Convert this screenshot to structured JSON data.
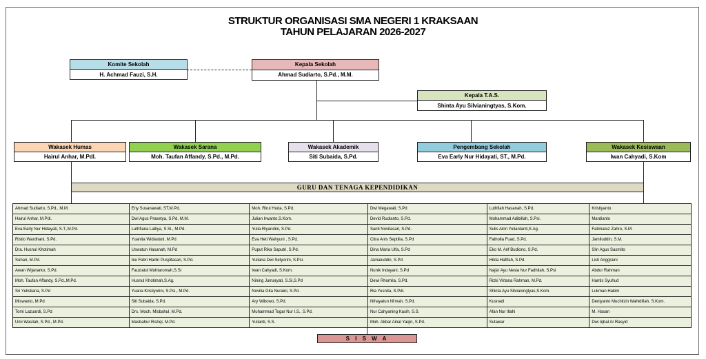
{
  "title_line1": "STRUKTUR ORGANISASI SMA NEGERI 1 KRAKSAAN",
  "title_line2": "TAHUN PELAJARAN 2026-2027",
  "komite": {
    "role": "Komite Sekolah",
    "name": "H. Achmad  Fauzi, S.H.",
    "color": "#b7dee8"
  },
  "kepala": {
    "role": "Kepala Sekolah",
    "name": "Ahmad Sudiarto, S.Pd., M.M.",
    "color": "#e6b9b8"
  },
  "tas": {
    "role": "Kepala T.A.S.",
    "name": "Shinta Ayu Silvianingtyas, S.Kom.",
    "color": "#d7e4bd"
  },
  "humas": {
    "role": "Wakasek Humas",
    "name": "Hairul Anhar, M.Pdl.",
    "color": "#fcd5b5"
  },
  "sarana": {
    "role": "Wakasek Sarana",
    "name": "Moh. Taufan Affandy, S.Pd., M.Pd.",
    "color": "#92d050"
  },
  "akademik": {
    "role": "Wakasek Akademik",
    "name": "Siti Subaida, S.Pd.",
    "color": "#e6e0ec"
  },
  "pengembang": {
    "role": "Pengembang Sekolah",
    "name": "Eva Early Nur Hidayati, ST., M.Pd.",
    "color": "#93cddd"
  },
  "kesiswaan": {
    "role": "Wakasek Kesiswaan",
    "name": "Iwan Cahyadi, S.Kom",
    "color": "#9bbb59"
  },
  "guru_header": "GURU  DAN  TENAGA KEPENDIDIKAN",
  "staff_columns": [
    [
      "Ahmad Sudiarto, S.Pd., M.M.",
      "Hairul Anhar, M.Pdi.",
      "Eva Early Nur Hidayati, S.T.,M.Pd.",
      "Ristio Wardhani, S.Pd.",
      "Dra. Husnul Khotimah",
      "Suhari, M.Pd.",
      "Awan Wijanarko, S.Pd.",
      "Moh. Taufan Affandy, S.Pd.,M.Pd.",
      "Sri Yulistiana, S.Pd",
      "Miswanto, M.Pd",
      "Tomi Lazuardi, S.Pd",
      "Umi Wasilah, S.Pd., M.Pd."
    ],
    [
      "Eny Susanawati, ST,M.Pd.",
      "Dwi Agus Prasetya, S.Pd, M.M.",
      "Luthfiana Lailiya, S.Si., M.Pd.",
      "Yuanita Widiastuti, M.Pd",
      "Uswatun Hasanah, M.Pd",
      "Ike Febri Harlin Puspitasari, S.Pd.",
      "Fauziatul Muhtaromah,S.Si",
      "Husnul Khotimah,S.Ag.",
      "Yuana Kristiyorini, S.Psi., M.Pd.",
      "Siti Subaida, S.Pd.",
      "Drs. Moch. Misbahul, M.Pd.",
      "Masbahur Roziqi, M.Pd."
    ],
    [
      "Moh. Rirul Huda, S.Pd.",
      "Julian Irwanto,S.Kom.",
      "Yulia Riyandini, S.Pd.",
      "Eva Heti Wahyuni , S.Pd.",
      "Puput Rika Saputri, S.Pd.",
      "Yuliana Dwi Setyorini, S.Psi.",
      "Iwan Cahyadi, S.Kom.",
      "Nining Jumaryati, S.Si,S.Pd",
      "Novilia Gita Nuraini, S.Pd.",
      "Ary Wibowo, S.Pd.",
      "Muhammad Togar Nur I.S., S.Pd.",
      "Yulianti, S.S."
    ],
    [
      "Dwi Megawati, S.Pd",
      "Devid Rudianto, S.Pd.",
      "Santi Novitasari, S.Pd.",
      "Citra Anis Septilia, S.Pd",
      "Dina Maria Ulfa, S.Pd",
      "Jamaluddin, S.Pd",
      "Nunik Indayani, S.Pd",
      "Dewi Rhomila, S.Pd.",
      "Ria Yusnita, S.Pdi.",
      "Nihayatun Ni'mah, S.Pd.",
      "Nur Cahyaning Kasih, S.S.",
      "Moh. Akbar Ainal Yaqin, S.Pd."
    ],
    [
      "Luthfiah Hasanah, S.Pd.",
      "Mohammad Adibillah, S.Psi.",
      "Sulis Airin Yuliantanti,S.Ag.",
      "Fatholla Fuad, S.Pd.",
      "Eko M. Arif Budiono, S.Pd.",
      "Hilda Hafifah, S.Pd.",
      "Najla' Ayu Nesia Nur Fadhilah, S.Psi",
      "Rizki Virtana Rahman, M.Pd.",
      "Shinta Ayu Silvianingtyas,S.Kom.",
      "Kusnadi",
      "Afan Nur Illahi",
      "Sutawar"
    ],
    [
      "Kristiyanto",
      "Mardianto",
      "Fatimatuz Zahro, S.M.",
      "Jamiluddin, S.M.",
      "Slin Agus Sasmito",
      "Listi Anggraini",
      "Abdur Rahman",
      "Hantis Syuhud",
      "Lukman Hakim",
      "Deniyanto Muchlizin Wahidillah, S.Kom.",
      "M. Hasan",
      "Dwi Iqbal Ar Rasyid"
    ]
  ],
  "siswa": "S I S W A"
}
